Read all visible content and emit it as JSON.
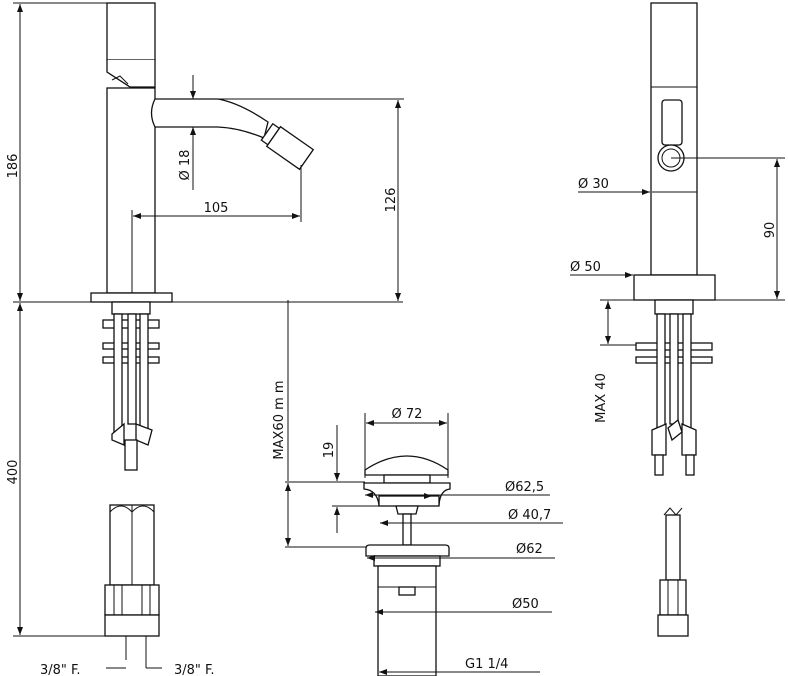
{
  "drawing": {
    "side_view": {
      "height_total": "186",
      "spout_diameter": "Ø 18",
      "spout_reach": "105",
      "spout_height": "126",
      "hose_length": "400",
      "connection_left": "3/8\" F.",
      "connection_right": "3/8\" F."
    },
    "front_view": {
      "nozzle_diameter": "Ø  30",
      "base_diameter": "Ø  50",
      "nozzle_height": "90",
      "max_deck": "MAX 40"
    },
    "waste_view": {
      "max_thickness": "MAX60 m m",
      "cap_diameter": "Ø 72",
      "cap_height": "19",
      "flange_diameter": "Ø62,5",
      "throat_diameter": "Ø 40,7",
      "nut_diameter": "Ø62",
      "body_diameter": "Ø50",
      "thread": "G1 1/4"
    }
  }
}
